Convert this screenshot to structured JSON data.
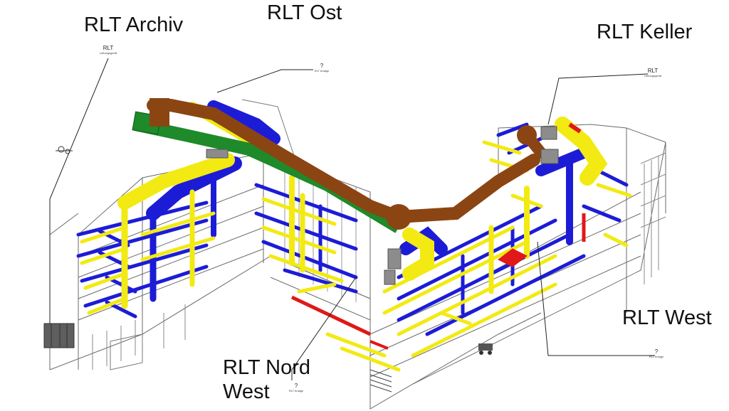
{
  "labels": {
    "archiv": "RLT Archiv",
    "ost": "RLT Ost",
    "keller": "RLT Keller",
    "west": "RLT West",
    "nordwest_line1": "RLT Nord",
    "nordwest_line2": "West"
  },
  "tags": {
    "archiv": {
      "title": "RLT",
      "sub": "Lüftungsgerät"
    },
    "ost": {
      "title": "?",
      "sub": "RLT Anlage"
    },
    "keller": {
      "title": "RLT",
      "sub": "Lüftungsgerät"
    },
    "west": {
      "title": "?",
      "sub": "RLT Anlage"
    },
    "nordwest": {
      "title": "?",
      "sub": "RLT Anlage"
    }
  },
  "colors": {
    "supply": "#1c1cd6",
    "exhaust": "#f2ea12",
    "outdoor": "#1e8a2a",
    "exhaust_main": "#8b4513",
    "heating": "#e01818",
    "structure": "#555555",
    "unit": "#606060"
  }
}
